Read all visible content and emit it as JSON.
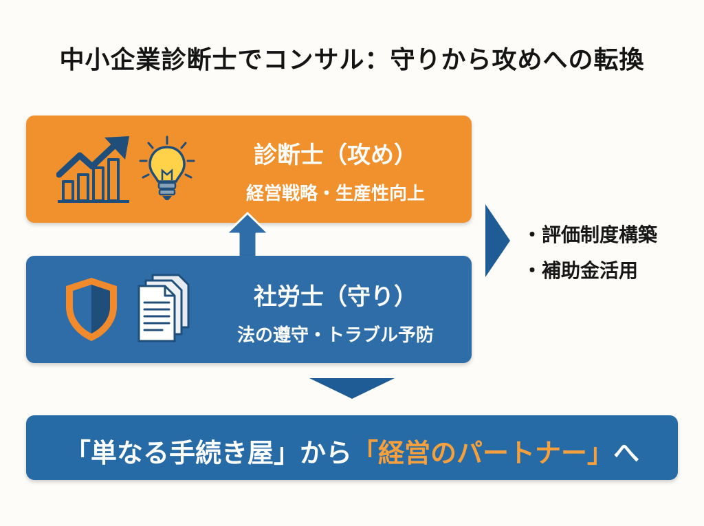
{
  "title": "中小企業診断士でコンサル：守りから攻めへの転換",
  "attack": {
    "title": "診断士（攻め）",
    "subtitle": "経営戦略・生産性向上"
  },
  "defense": {
    "title": "社労士（守り）",
    "subtitle": "法の遵守・トラブル予防"
  },
  "bullets": [
    "・評価制度構築",
    "・補助金活用"
  ],
  "banner": {
    "part1": "「単なる手続き屋」から",
    "highlight": "「経営のパートナー」",
    "part3": "へ"
  },
  "colors": {
    "orange": "#f0912d",
    "blue": "#2e6da8",
    "navy": "#1f5c96",
    "highlight": "#f5a03c"
  },
  "icons": [
    "growth-chart-icon",
    "lightbulb-icon",
    "shield-icon",
    "documents-icon"
  ]
}
